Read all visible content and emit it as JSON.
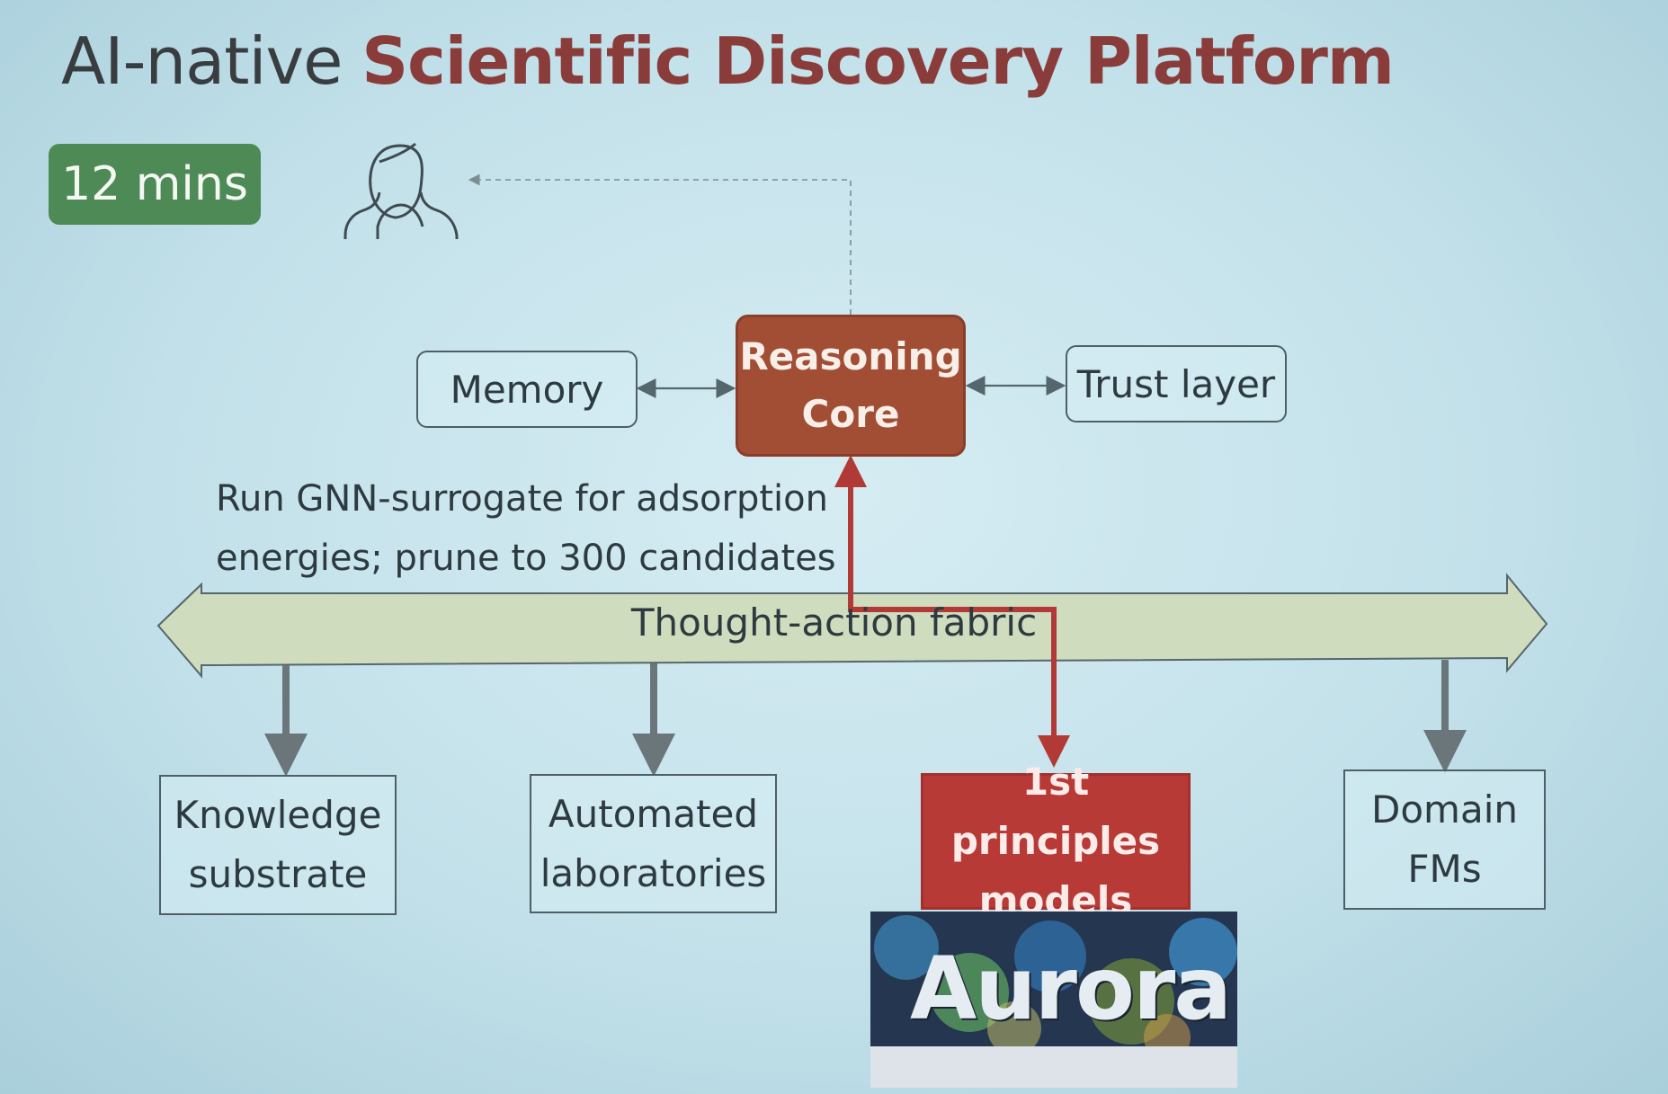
{
  "title": {
    "prefix": "AI-native ",
    "accent": "Scientific Discovery Platform"
  },
  "badge": "12 mins",
  "nodes": {
    "memory": "Memory",
    "reasoning_core": [
      "Reasoning",
      "Core"
    ],
    "trust_layer": "Trust layer",
    "fabric": "Thought-action fabric",
    "knowledge": [
      "Knowledge",
      "substrate"
    ],
    "labs": [
      "Automated",
      "laboratories"
    ],
    "principles": [
      "1st principles",
      "models"
    ],
    "domain": [
      "Domain",
      "FMs"
    ]
  },
  "note": [
    "Run GNN-surrogate for adsorption",
    "energies; prune to 300 candidates"
  ],
  "aurora_label": "Aurora",
  "icons": {
    "user": "user-icon"
  },
  "colors": {
    "core": "#a24e35",
    "principles": "#b83a36",
    "badge": "#4e8a55",
    "fabric": "#cfdcbd",
    "path": "#b23a36",
    "accent_title": "#8a3c3a"
  }
}
